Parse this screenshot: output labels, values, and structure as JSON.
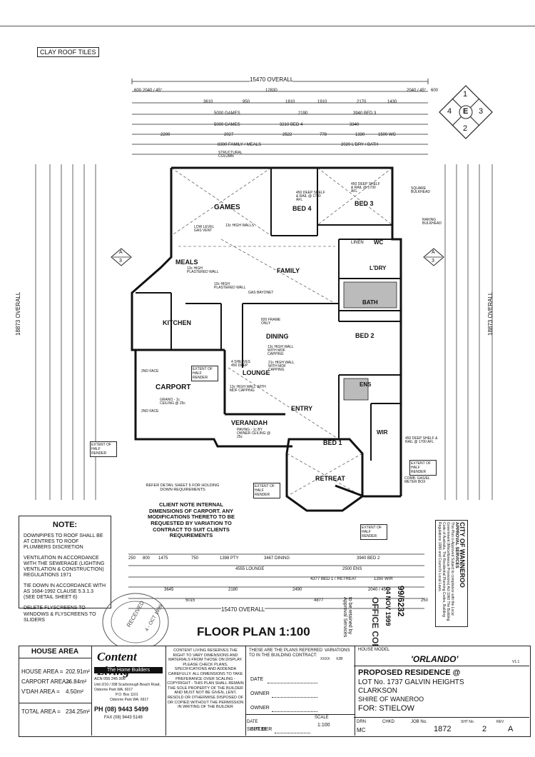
{
  "header": {
    "roof_label": "CLAY ROOF TILES"
  },
  "dimensions": {
    "overall_top": "15470 OVERALL",
    "overall_bottom": "15470 OVERALL",
    "overall_left": "18873 OVERALL",
    "overall_right": "18873 OVERALL",
    "top_rows": [
      [
        "600",
        "2040 / 45°",
        "12830",
        "2040 / 45°",
        "600"
      ],
      [
        "3610",
        "950",
        "1810",
        "1910",
        "2170",
        "1430"
      ],
      [
        "5000 GAMES",
        "2190",
        "3940 BED 3"
      ],
      [
        "5000 GAMES",
        "3210 BED 4",
        "3340"
      ],
      [
        "2200",
        "2027",
        "2522",
        "778",
        "1330",
        "1500 WC"
      ],
      [
        "8300 FAMILY / MEALS",
        "2020 L'DRY / BATH"
      ]
    ],
    "bottom_rows": [
      [
        "250",
        "800",
        "1475",
        "750",
        "1398 PTY",
        "3467 DINING",
        "3940 BED 2"
      ],
      [
        "4555 LOUNGE",
        "2500 ENS"
      ],
      [
        "4377 BED 1 / RETREAT",
        "1350 WIR"
      ],
      [
        "3645",
        "2180",
        "2490",
        "2040 / 45°"
      ],
      [
        "5015",
        "4877",
        "250"
      ]
    ]
  },
  "rooms": {
    "games": "GAMES",
    "bed4": "BED 4",
    "bed3": "BED 3",
    "meals": "MEALS",
    "family": "FAMILY",
    "kitchen": "KITCHEN",
    "dining": "DINING",
    "lounge": "LOUNGE",
    "carport": "CARPORT",
    "verandah": "VERANDAH",
    "entry": "ENTRY",
    "bed1": "BED 1",
    "retreat": "RETREAT",
    "bed2": "BED 2",
    "ens": "ENS",
    "wir": "WIR",
    "bath": "BATH",
    "ldry": "L'DRY",
    "wc": "WC",
    "linen": "LINEN"
  },
  "plan_notes": {
    "low_gas": "LOW LEVEL GAS VENT",
    "high_walls": "13c HIGH WALLS",
    "plastered1": "13c HIGH PLASTERED WALL",
    "plastered2": "10c HIGH PLASTERED WALL",
    "gas_bayonet": "GAS BAYONET",
    "fridge": "820 FRAME ONLY",
    "mdf1": "13c HIGH WALL WITH MDF CAPPING",
    "mdf2": "21c HIGH WALL WITH MDF CAPPING",
    "mdf3": "13c HIGH WALL WITH MDF CAPPING",
    "shelves4": "4 SHELVES 450 DEEP",
    "shelf450": "450 DEEP SHELF & RAIL @ 1700 AFL",
    "shelf450b": "450 DEEP SHELF & RAIL @ 1700 AFL",
    "shelf450c": "450 DEEP SHELF & RAIL @ 1700 AFL",
    "carport_spec": "GRANO - 1c CEILING @ 25c",
    "verandah_spec": "PAVING - 1c BY OWNER CEILING @ 25c",
    "square_bulkhead": "SQUARE BULKHEAD",
    "raking_bulkhead": "RAKING BULKHEAD",
    "structural_column": "STRUCTURAL COLUMN",
    "extent_half": "EXTENT OF HALF RENDER",
    "second_face": "2ND FACE",
    "comb_gas": "COMB. GAS/EL METER BOX",
    "refer": "REFER DETAIL SHEET 6 FOR HOLDING DOWN REQUIREMENTS",
    "client_note": "CLIENT NOTE INTERNAL DIMENSIONS OF CARPORT. ANY MODIFICATIONS THERETO TO BE REQUESTED BY VARIATION TO CONTRACT TO SUIT CLIENTS REQUIREMENTS",
    "section_a": "A",
    "section_num": "3"
  },
  "compass": {
    "n": "1",
    "e": "3",
    "s": "2",
    "w": "4",
    "center": "E"
  },
  "note_box": {
    "title": "NOTE:",
    "items": [
      "DOWNPIPES TO ROOF SHALL BE AT CENTRES TO ROOF PLUMBERS DISCRETION",
      "VENTILATION IN ACCORDANCE WITH THE SEWERAGE (LIGHTING VENTILATION & CONSTRUCTION) REGULATIONS 1971",
      "TIE DOWN IN ACCORDANCE WITH AS 1684-1992 CLAUSE 5.3.1.3 (SEE DETAIL SHEET 6)",
      "DELETE FLYSCREENS TO WINDOWS & FLYSCREENS TO SLIDERS"
    ]
  },
  "approval": {
    "city": "CITY OF WANNEROO",
    "services": "APPROVAL SERVICES",
    "text": "This Plan is Approved Subject to compliance with the Local Government (Miscellaneous Provisions) Act 1960 The Building Code of Australia, The Residential Planning Codes, Building Regulations 1989 and Council's Local Laws.",
    "number": "99/6232",
    "date": "04 NOV 1999",
    "office_stamp": "OFFICE COPY",
    "retained": "to be retained by Approval Services",
    "received": "RECEIVED",
    "received_date": "4 - OCT 1999"
  },
  "drawing_title": "FLOOR PLAN 1:100",
  "house_area": {
    "title": "HOUSE AREA",
    "rows": [
      {
        "label": "HOUSE AREA =",
        "value": "202.91m²"
      },
      {
        "label": "CARPORT AREA =",
        "value": "26.84m²"
      },
      {
        "label": "V'DAH AREA =",
        "value": "4.50m²"
      }
    ],
    "total_label": "TOTAL AREA =",
    "total_value": "234.25m²"
  },
  "company": {
    "name": "Content Living",
    "tagline": "The Home Builders",
    "acn": "ACN 055 245 306",
    "address1": "Unit 2/10 / 398 Scarborough Beach Road,",
    "address2": "Osborne Park WA. 6017",
    "pobox": "P.O. Box 1101",
    "pobox2": "Osborne Park WA. 6917",
    "phone": "PH (08) 9443 5499",
    "fax": "FAX (08) 9443 5149"
  },
  "disclaimer": "CONTENT LIVING RESERVES THE RIGHT TO VARY DIMENSIONS AND MATERIALS FROM THOSE ON DISPLAY. PLEASE CHECK PLANS, SPECIFICATIONS AND ADDENDA CAREFULLY. ALL DIMENSIONS TO TAKE PREFERANCE OVER SCALING - COPYRIGHT - THIS PLAN SHALL REMAIN THE SOLE PROPERTY OF THE BUILDER AND MUST NOT BE GIVEN, LENT, RESOLD OR OTHERWISE DISPOSED OF OR COPIED WITHOUT THE PERMISSION IN WRITING OF THE BUILDER",
  "variations": {
    "header": "THESE ARE THE PLANS REFERRED TO IN THE BUILDING CONTRACT:",
    "col": "VARIATIONS",
    "date": "DATE",
    "owner1": "OWNER",
    "owner2": "OWNER",
    "builder": "BUILDER",
    "xxxx": "XXXX",
    "x2": "X2B"
  },
  "titleblock": {
    "house_model_label": "HOUSE MODEL",
    "house_model": "'ORLANDO'",
    "version": "V1.1",
    "proposed": "PROPOSED RESIDENCE @",
    "lot": "LOT No. 1737 GALVIN HEIGHTS",
    "suburb": "CLARKSON",
    "shire": "SHIRE OF WANEROO",
    "for": "FOR: STIELOW",
    "scale_label": "SCALE",
    "scale": "1:100",
    "date_label": "DATE",
    "date": "SEPT'99",
    "drn_label": "DRN",
    "drn": "MC",
    "chkd_label": "CHKD",
    "job_label": "JOB No.",
    "job": "1872",
    "sht_label": "SHT No.",
    "sht": "2",
    "rev_label": "REV",
    "rev": "A"
  }
}
